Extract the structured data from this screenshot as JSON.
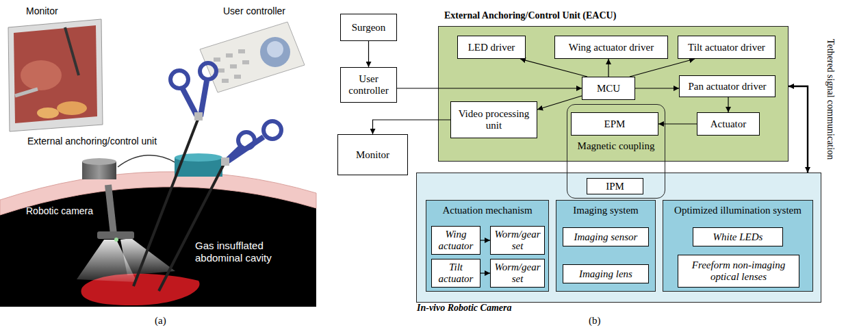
{
  "diagram": {
    "nodes": [
      {
        "text": [
          "Surgeon"
        ]
      },
      {
        "text": [
          "User controller"
        ]
      },
      {
        "text": [
          "Monitor"
        ]
      },
      {
        "text": [
          "External Anchoring/Control Unit (EACU)"
        ]
      },
      {
        "text": [
          "LED driver"
        ],
        "in": 3
      },
      {
        "text": [
          "Wing actuator driver"
        ],
        "in": 3
      },
      {
        "text": [
          "Tilt actuator driver"
        ],
        "in": 3
      },
      {
        "text": [
          "MCU"
        ],
        "in": 3
      },
      {
        "text": [
          "Pan actuator driver"
        ],
        "in": 3
      },
      {
        "text": [
          "Video processing unit"
        ],
        "in": 3
      },
      {
        "text": [
          "Actuator"
        ],
        "in": 3
      },
      {
        "text": [
          "In-vivo Robotic Camera"
        ]
      },
      {
        "text": [
          "Actuation mechanism"
        ],
        "in": 11
      },
      {
        "text": [
          "Wing actuator"
        ],
        "in": 12
      },
      {
        "text": [
          "Worm/gear set"
        ],
        "in": 12
      },
      {
        "text": [
          "Tilt actuator"
        ],
        "in": 12
      },
      {
        "text": [
          "Worm/gear set"
        ],
        "in": 12
      },
      {
        "text": [
          "Imaging system"
        ],
        "in": 11
      },
      {
        "text": [
          "Imaging sensor"
        ],
        "in": 17
      },
      {
        "text": [
          "Imaging lens"
        ],
        "in": 17
      },
      {
        "text": [
          "Optimized illumination system"
        ],
        "in": 11
      },
      {
        "text": [
          "White LEDs"
        ],
        "in": 20
      },
      {
        "text": [
          "Freeform non-imaging optical lenses"
        ],
        "in": 20
      },
      {
        "text": [
          "Magnetic coupling"
        ]
      },
      {
        "text": [
          "EPM"
        ],
        "in": 23
      },
      {
        "text": [
          "IPM"
        ],
        "in": 23
      }
    ],
    "edges": [
      {
        "from": 0,
        "to": 1,
        "arrow": "to"
      },
      {
        "from": 1,
        "to": 7,
        "arrow": "to"
      },
      {
        "from": 7,
        "to": 4,
        "arrow": "to"
      },
      {
        "from": 7,
        "to": 5,
        "arrow": "to"
      },
      {
        "from": 7,
        "to": 6,
        "arrow": "to"
      },
      {
        "from": 7,
        "to": 8,
        "arrow": "to"
      },
      {
        "from": 7,
        "to": 9,
        "arrow": "to"
      },
      {
        "from": 9,
        "to": 2,
        "arrow": "to"
      },
      {
        "from": 8,
        "to": 10,
        "arrow": "to"
      },
      {
        "from": 10,
        "to": 24,
        "arrow": "to"
      },
      {
        "from": 13,
        "to": 14,
        "arrow": "to"
      },
      {
        "from": 15,
        "to": 16,
        "arrow": "to"
      },
      {
        "from": 3,
        "to": 11,
        "label": "Tethered signal communication",
        "arrow": "both"
      }
    ],
    "labels": [
      "Monitor",
      "User controller",
      "External anchoring/control unit",
      "Robotic camera",
      "Gas insufflated abdominal cavity",
      "(a)",
      "(b)"
    ]
  }
}
